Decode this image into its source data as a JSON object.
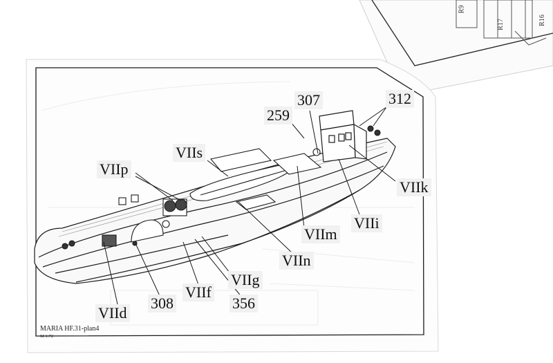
{
  "title_block": {
    "title": "MARIA HF.31-plan4",
    "scale": "M 1:72"
  },
  "callouts": [
    {
      "id": "259",
      "text": "259"
    },
    {
      "id": "307",
      "text": "307"
    },
    {
      "id": "312",
      "text": "312"
    },
    {
      "id": "VIIs",
      "text": "VIIs"
    },
    {
      "id": "VIIp",
      "text": "VIIp"
    },
    {
      "id": "VIIk",
      "text": "VIIk"
    },
    {
      "id": "VIIi",
      "text": "VIIi"
    },
    {
      "id": "VIIm",
      "text": "VIIm"
    },
    {
      "id": "VIIn",
      "text": "VIIn"
    },
    {
      "id": "VIIg",
      "text": "VIIg"
    },
    {
      "id": "VIIf",
      "text": "VIIf"
    },
    {
      "id": "356",
      "text": "356"
    },
    {
      "id": "308",
      "text": "308"
    },
    {
      "id": "VIId",
      "text": "VIId"
    }
  ],
  "second_sheet_labels": [
    "R9",
    "R17",
    "R16"
  ],
  "colors": {
    "paper": "#fdfdfd",
    "ink": "#1a1a1a",
    "label_bg": "#f1f1f1"
  }
}
